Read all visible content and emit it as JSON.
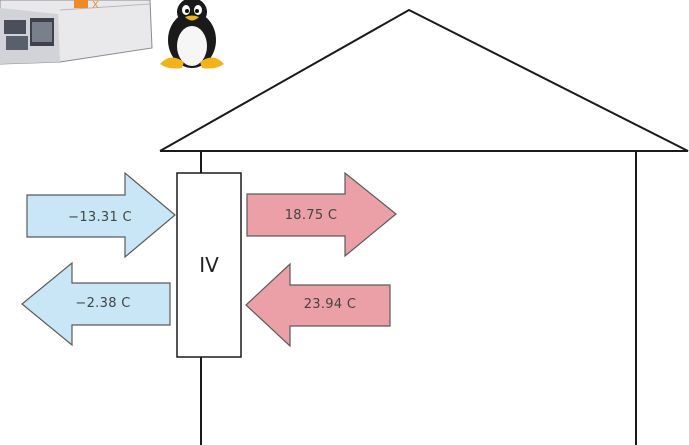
{
  "diagram": {
    "unit_label": "IV",
    "flows": {
      "outdoor_in": {
        "text": "−13.31  C"
      },
      "supply_in": {
        "text": "18.75  C"
      },
      "exhaust_out": {
        "text": "−2.38  C"
      },
      "extract_in": {
        "text": "23.94  C"
      }
    }
  },
  "icons": {
    "device": "network-device-icon",
    "mascot": "tux-penguin-icon"
  },
  "colors": {
    "cold_arrow": "#c8e6f6",
    "warm_arrow": "#eaa0a6",
    "line": "#1a1a1a"
  }
}
